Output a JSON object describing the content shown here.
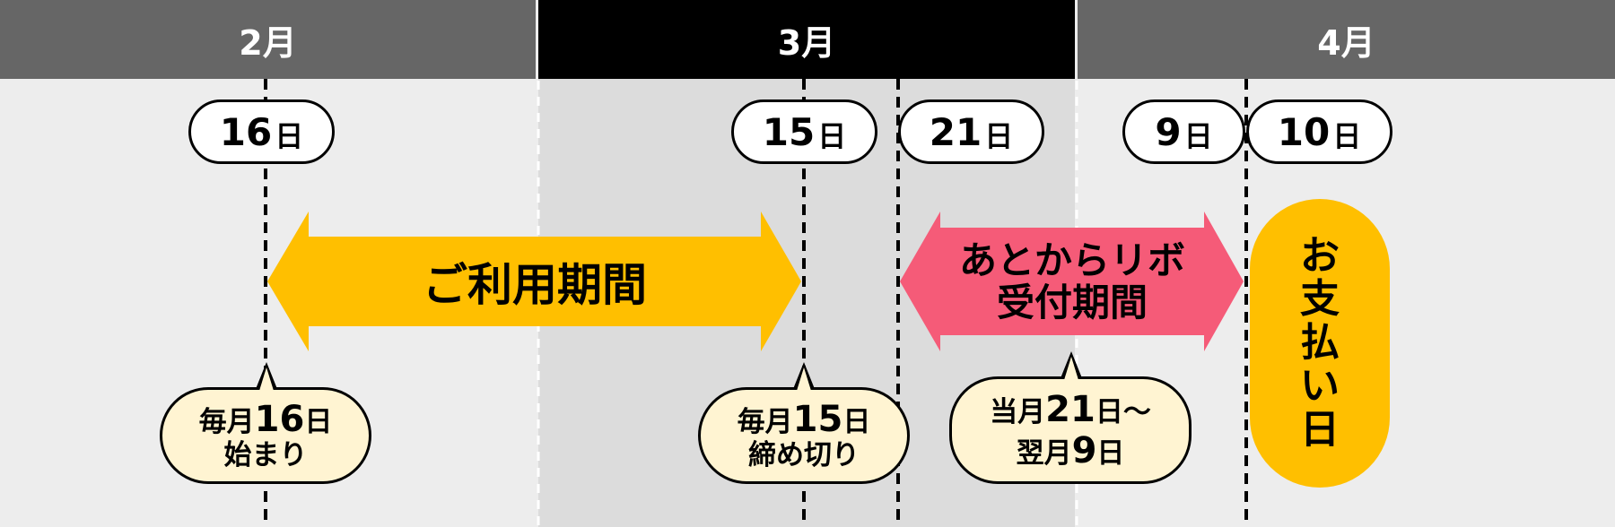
{
  "months": [
    "2月",
    "3月",
    "4月"
  ],
  "days": [
    {
      "num": "16",
      "unit": "日"
    },
    {
      "num": "15",
      "unit": "日"
    },
    {
      "num": "21",
      "unit": "日"
    },
    {
      "num": "9",
      "unit": "日"
    },
    {
      "num": "10",
      "unit": "日"
    }
  ],
  "usage_period": "ご利用期間",
  "ribo_period": [
    "あとからリボ",
    "受付期間"
  ],
  "bubbles": {
    "start": {
      "line1_small": "毎月",
      "line1_big": "16",
      "line1_small2": "日",
      "line2": "始まり"
    },
    "close": {
      "line1_small": "毎月",
      "line1_big": "15",
      "line1_small2": "日",
      "line2": "締め切り"
    },
    "ribo": {
      "line1_small": "当月",
      "line1_big": "21",
      "line1_small2": "日〜",
      "line2_small": "翌月",
      "line2_big": "9",
      "line2_small2": "日"
    }
  },
  "payment_day": [
    "お",
    "支",
    "払",
    "い",
    "日"
  ],
  "colors": {
    "header_gray": "#666666",
    "header_black": "#000000",
    "background": "#ededed",
    "march_band": "#dcdcdc",
    "usage_arrow": "#ffbf00",
    "ribo_arrow": "#f55b78",
    "bubble_fill": "#fff4d2",
    "payment_fill": "#ffbf00"
  }
}
